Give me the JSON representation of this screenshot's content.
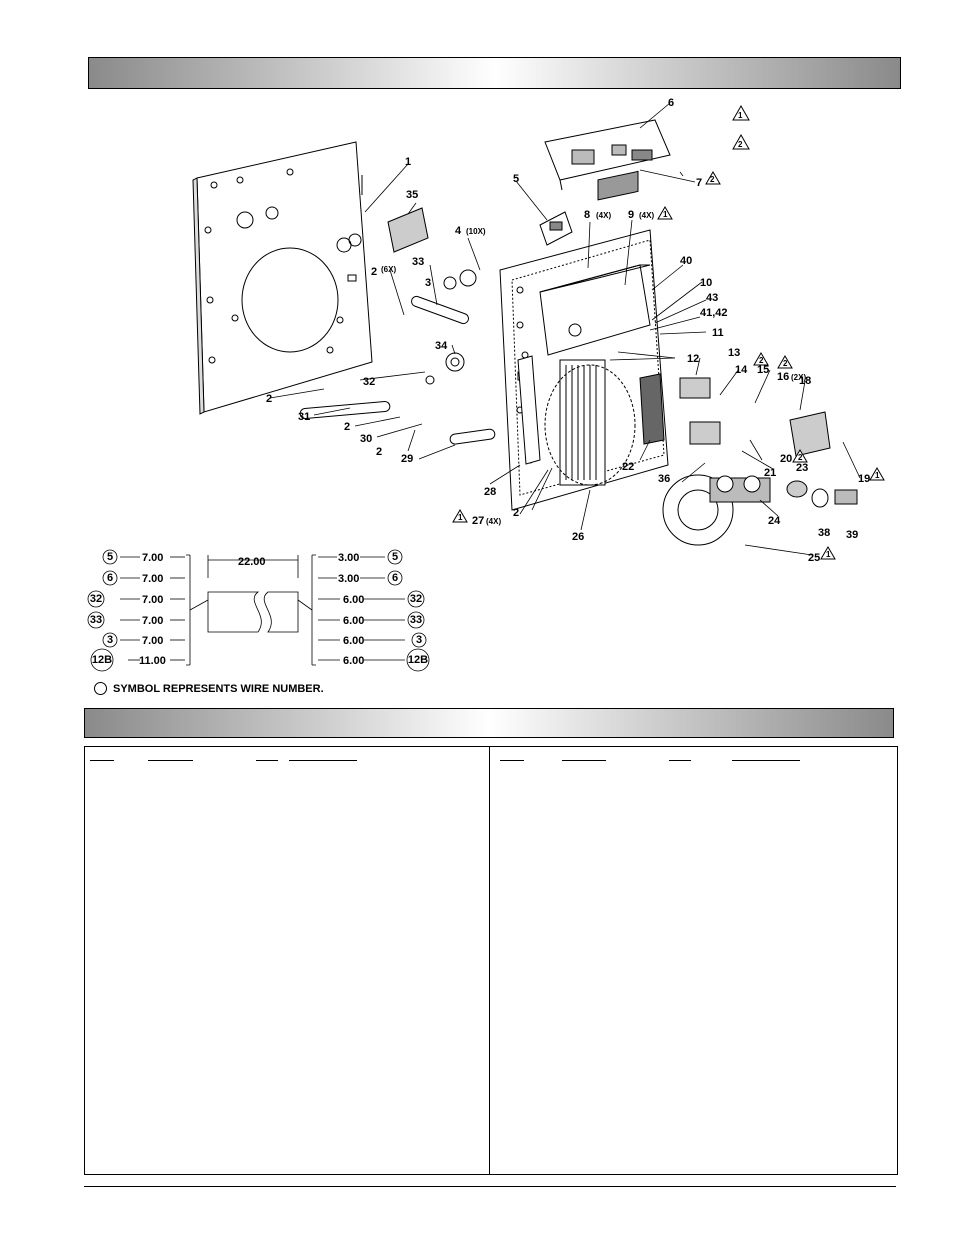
{
  "legend": {
    "symbol_text": "SYMBOL REPRESENTS WIRE NUMBER."
  },
  "callouts": {
    "c1": "1",
    "c2a": "2",
    "c2b": "2",
    "c2c": "2",
    "c2d": "2",
    "c2e": "2",
    "c2_qty": "(6X)",
    "c3": "3",
    "c4": "4",
    "c4_qty": "(10X)",
    "c5": "5",
    "c6": "6",
    "c7": "7",
    "c8": "8",
    "c8_qty": "(4X)",
    "c9": "9",
    "c9_qty": "(4X)",
    "c10": "10",
    "c11": "11",
    "c12": "12",
    "c13": "13",
    "c14": "14",
    "c15": "15",
    "c16": "16",
    "c16_qty": "(2X)",
    "c18": "18",
    "c19": "19",
    "c20": "20",
    "c21": "21",
    "c22": "22",
    "c23": "23",
    "c24": "24",
    "c25": "25",
    "c26": "26",
    "c27": "27",
    "c27_qty": "(4X)",
    "c28": "28",
    "c29": "29",
    "c30": "30",
    "c31": "31",
    "c32": "32",
    "c33": "33",
    "c34": "34",
    "c35": "35",
    "c36": "36",
    "c38": "38",
    "c39": "39",
    "c40": "40",
    "c41_42": "41,42",
    "c43": "43"
  },
  "notes": {
    "n1": "1",
    "n2": "2"
  },
  "wire_harness": {
    "span": "22.00",
    "left": [
      {
        "wire": "5",
        "length": "7.00"
      },
      {
        "wire": "6",
        "length": "7.00"
      },
      {
        "wire": "32",
        "length": "7.00"
      },
      {
        "wire": "33",
        "length": "7.00"
      },
      {
        "wire": "3",
        "length": "7.00"
      },
      {
        "wire": "12B",
        "length": "11.00"
      }
    ],
    "right": [
      {
        "wire": "5",
        "length": "3.00"
      },
      {
        "wire": "6",
        "length": "3.00"
      },
      {
        "wire": "32",
        "length": "6.00"
      },
      {
        "wire": "33",
        "length": "6.00"
      },
      {
        "wire": "3",
        "length": "6.00"
      },
      {
        "wire": "12B",
        "length": "6.00"
      }
    ]
  }
}
